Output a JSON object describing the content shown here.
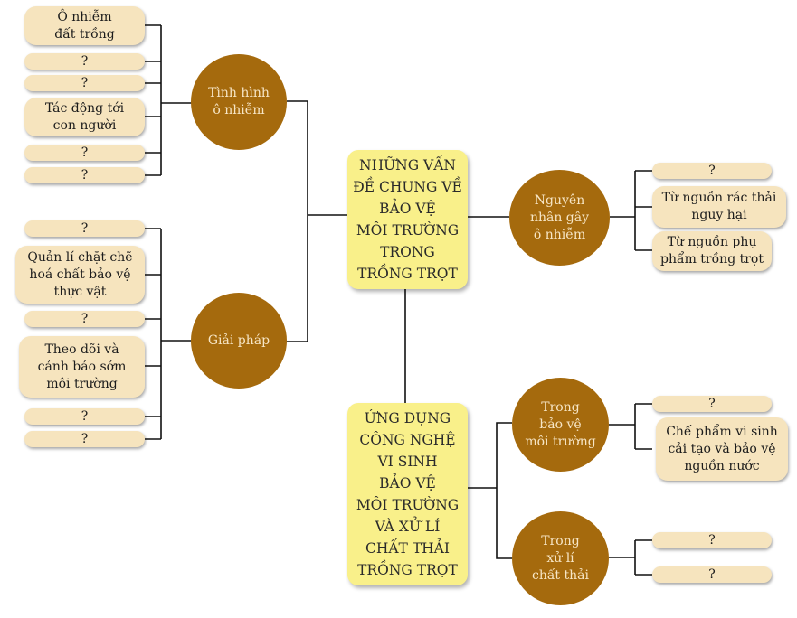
{
  "colors": {
    "leaf_fill": "#f6e4be",
    "circle_fill": "#a56a0d",
    "circle_text": "#f7e6c6",
    "center_fill": "#f9f08a",
    "connector": "#111111"
  },
  "center_top": "NHỮNG VẤN\nĐỀ CHUNG VỀ\nBẢO VỆ\nMÔI TRƯỜNG\nTRONG\nTRỒNG TRỌT",
  "center_bottom": "ỨNG DỤNG\nCÔNG NGHỆ\nVI SINH\nBẢO VỆ\nMÔI TRƯỜNG\nVÀ XỬ LÍ\nCHẤT THẢI\nTRỒNG TRỌT",
  "branches": {
    "tinh_hinh": {
      "label": "Tình hình\nô nhiễm",
      "leaves": [
        "Ô nhiễm\nđất trồng",
        "?",
        "?",
        "Tác động tới\ncon người",
        "?",
        "?"
      ]
    },
    "giai_phap": {
      "label": "Giải pháp",
      "leaves": [
        "?",
        "Quản lí chặt chẽ\nhoá chất bảo vệ\nthực vật",
        "?",
        "Theo dõi và\ncảnh báo sớm\nmôi trường",
        "?",
        "?"
      ]
    },
    "nguyen_nhan": {
      "label": "Nguyên\nnhân gây\nô nhiễm",
      "leaves": [
        "?",
        "Từ nguồn rác thải\nnguy hại",
        "Từ nguồn phụ\nphẩm trồng trọt"
      ]
    },
    "bao_ve": {
      "label": "Trong\nbảo vệ\nmôi trường",
      "leaves": [
        "?",
        "Chế phẩm vi sinh\ncải tạo và bảo vệ\nnguồn nước"
      ]
    },
    "xu_li": {
      "label": "Trong\nxử lí\nchất thải",
      "leaves": [
        "?",
        "?"
      ]
    }
  }
}
